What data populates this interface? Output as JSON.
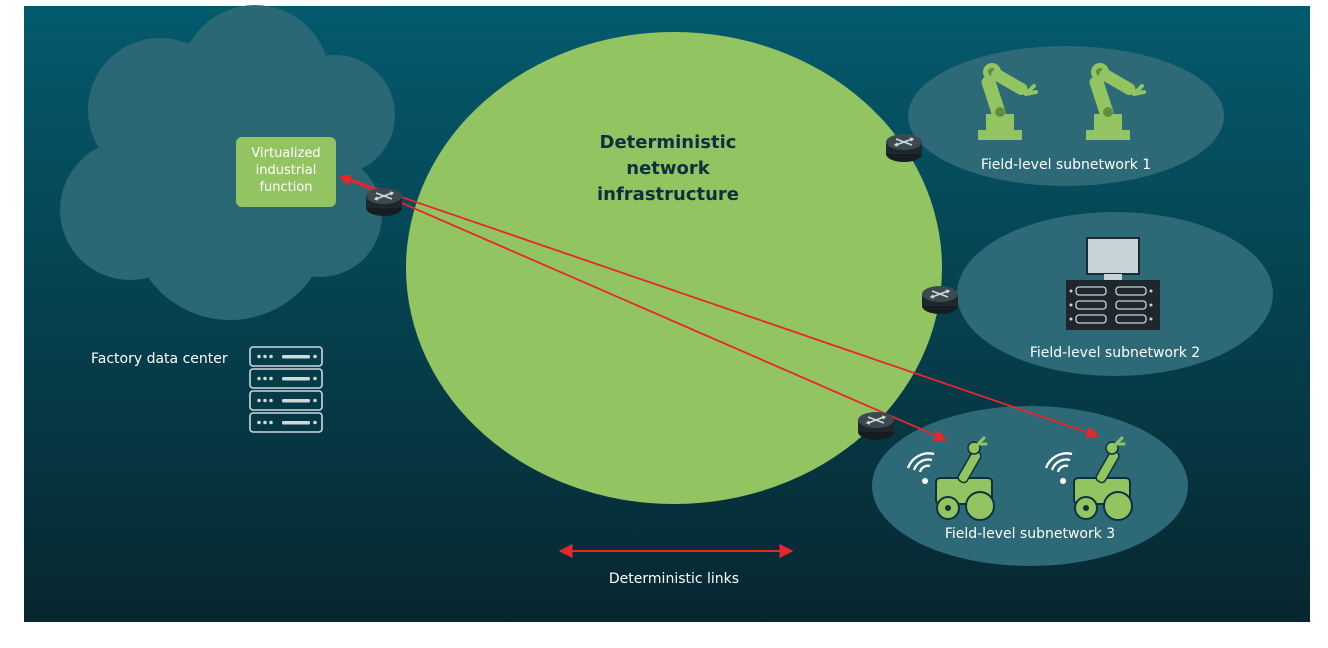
{
  "diagram": {
    "core": {
      "title_line1": "Deterministic",
      "title_line2": "network",
      "title_line3": "infrastructure"
    },
    "data_center": {
      "label": "Factory data center",
      "function_line1": "Virtualized",
      "function_line2": "industrial",
      "function_line3": "function"
    },
    "subnetworks": [
      {
        "label": "Field-level subnetwork 1",
        "device": "robot-arm-icon"
      },
      {
        "label": "Field-level subnetwork 2",
        "device": "control-panel-icon"
      },
      {
        "label": "Field-level subnetwork 3",
        "device": "mobile-robot-icon"
      }
    ],
    "legend": {
      "links_label": "Deterministic links"
    }
  },
  "colors": {
    "background_top": "#045a6d",
    "background_bottom": "#07262f",
    "core_green": "#93c462",
    "link_red": "#e8262c",
    "router": "#1f2a2e"
  }
}
